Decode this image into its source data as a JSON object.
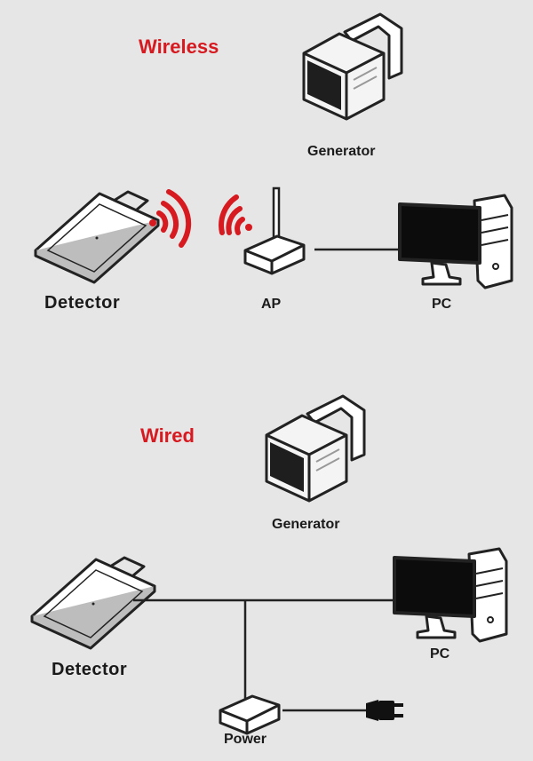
{
  "colors": {
    "accent": "#d71920",
    "background": "#e6e6e6",
    "line": "#222222"
  },
  "wireless": {
    "title": "Wireless",
    "generator": "Generator",
    "detector": "Detector",
    "ap": "AP",
    "pc": "PC"
  },
  "wired": {
    "title": "Wired",
    "generator": "Generator",
    "detector": "Detector",
    "pc": "PC",
    "power": "Power"
  },
  "icons": [
    "generator-icon",
    "detector-panel-icon",
    "wifi-signal-icon",
    "access-point-icon",
    "pc-icon",
    "power-box-icon",
    "power-plug-icon"
  ]
}
